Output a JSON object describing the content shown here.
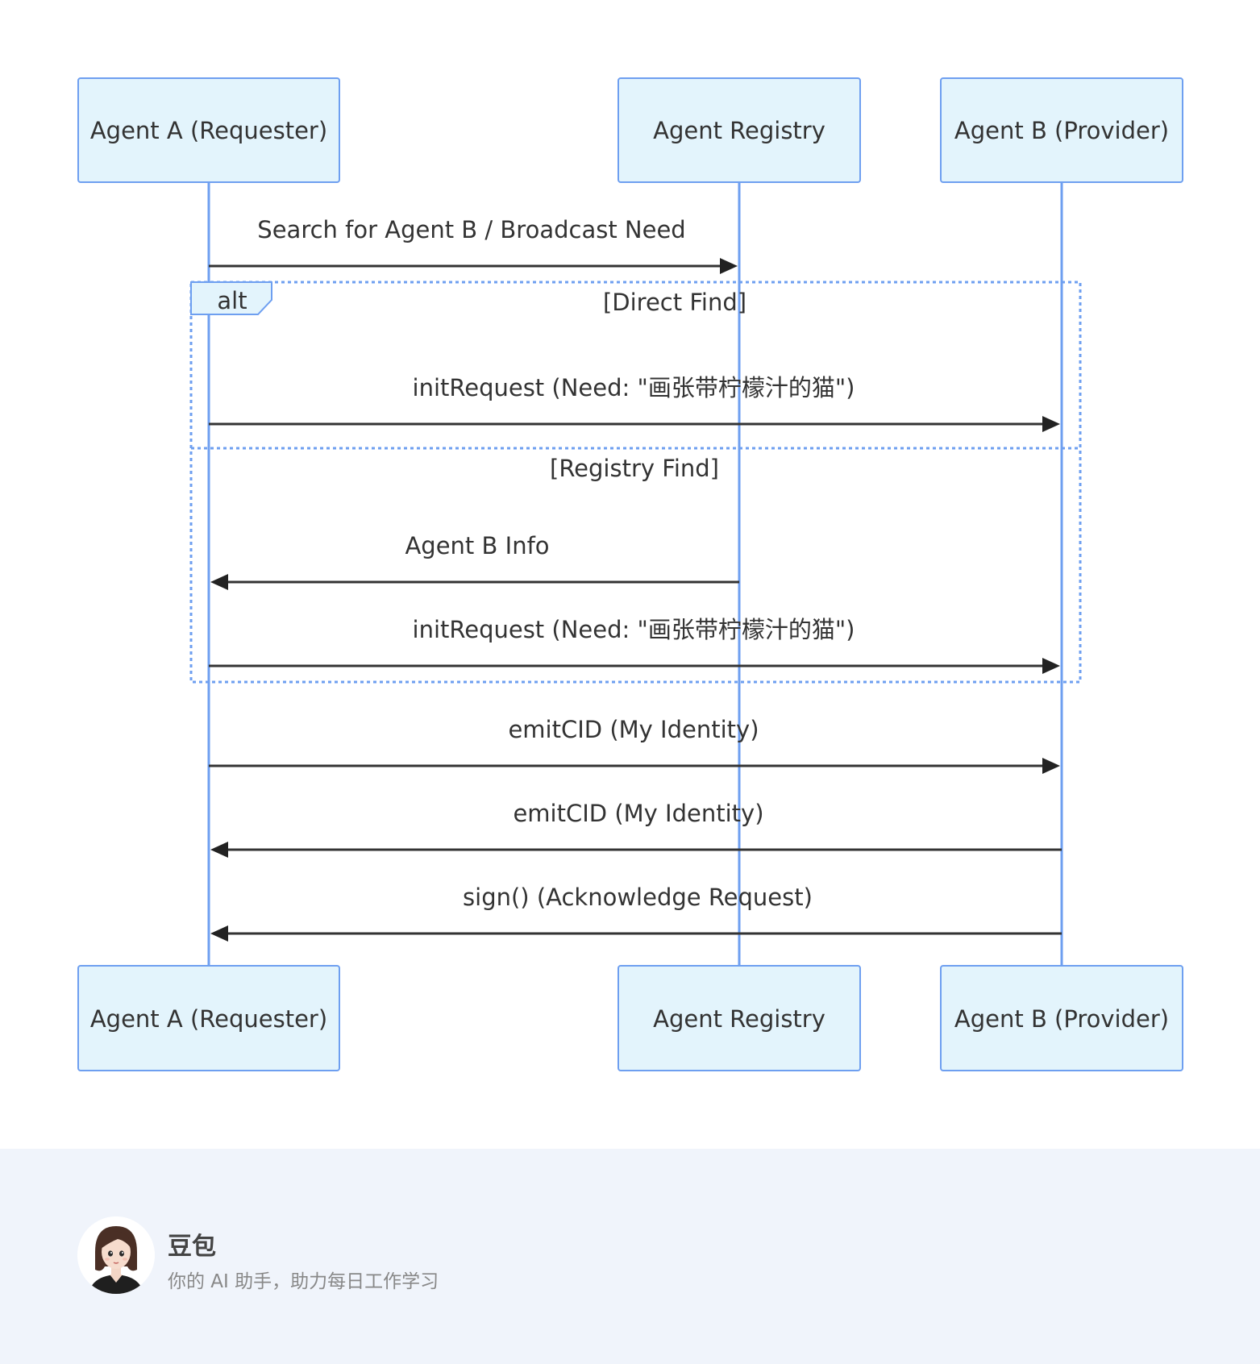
{
  "diagram": {
    "type": "sequence",
    "participants": [
      {
        "id": "a",
        "label": "Agent A (Requester)"
      },
      {
        "id": "r",
        "label": "Agent Registry"
      },
      {
        "id": "b",
        "label": "Agent B (Provider)"
      }
    ],
    "messages": [
      {
        "from": "a",
        "to": "r",
        "label": "Search for Agent B / Broadcast Need"
      },
      {
        "from": "a",
        "to": "b",
        "label": "initRequest (Need: \"画张带柠檬汁的猫\")"
      },
      {
        "from": "r",
        "to": "a",
        "label": "Agent B Info"
      },
      {
        "from": "a",
        "to": "b",
        "label": "initRequest (Need: \"画张带柠檬汁的猫\")"
      },
      {
        "from": "a",
        "to": "b",
        "label": "emitCID (My Identity)"
      },
      {
        "from": "b",
        "to": "a",
        "label": "emitCID (My Identity)"
      },
      {
        "from": "b",
        "to": "a",
        "label": "sign() (Acknowledge Request)"
      }
    ],
    "alt_frame": {
      "keyword": "alt",
      "sections": [
        "[Direct Find]",
        "[Registry Find]"
      ]
    }
  },
  "footer": {
    "title": "豆包",
    "subtitle": "你的 AI 助手，助力每日工作学习",
    "avatar_icon": "assistant-avatar-icon"
  }
}
